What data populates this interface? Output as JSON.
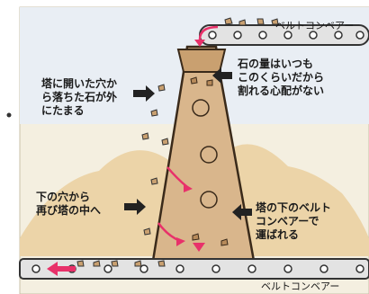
{
  "labels": {
    "belt_top": "ベルトコンベアー",
    "belt_bottom": "ベルトコンベアー",
    "fall_out": [
      "塔に開いた穴か",
      "ら落ちた石が外",
      "にたまる"
    ],
    "not_broken": [
      "石の量はいつも",
      "このくらいだから",
      "割れる心配がない"
    ],
    "back_in": [
      "下の穴から",
      "再び塔の中へ"
    ],
    "carried": [
      "塔の下のベルト",
      "コンベアーで",
      "運ばれる"
    ]
  },
  "colors": {
    "background": "#f7f2e2",
    "sky": "#e9eef4",
    "tower": "#d9b68c",
    "tower_outline": "#3a2a1a",
    "heap": "#ecd4a8",
    "arrow_pink": "#e8316a",
    "arrow_dark": "#222222",
    "belt": "#d8d8d8"
  },
  "icons": {
    "arrow-fall": "curved-arrow",
    "arrow-label": "block-arrow"
  }
}
